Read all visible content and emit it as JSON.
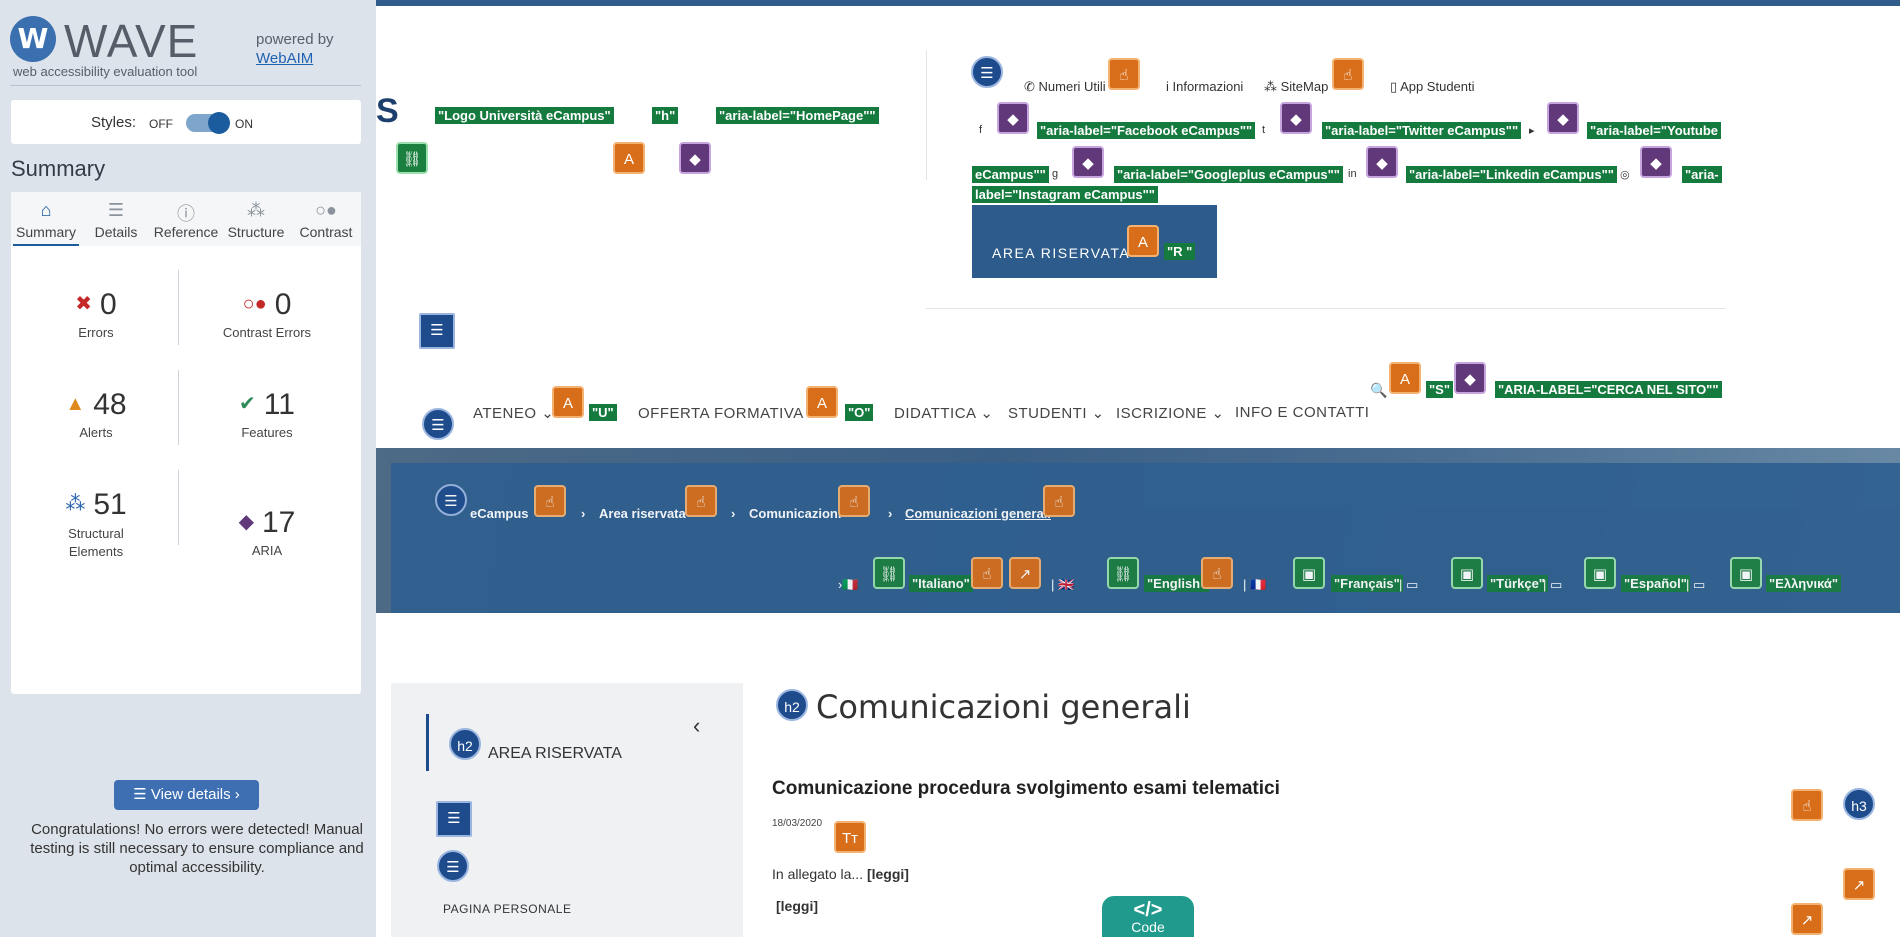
{
  "wave": {
    "title": "WAVE",
    "tagline": "web accessibility evaluation tool",
    "powered_by": "powered by",
    "webaim": "WebAIM",
    "styles_label": "Styles:",
    "styles_off": "OFF",
    "styles_on": "ON",
    "summary_heading": "Summary",
    "tabs": [
      {
        "label": "Summary",
        "icon": "home-icon"
      },
      {
        "label": "Details",
        "icon": "list-icon"
      },
      {
        "label": "Reference",
        "icon": "info-icon"
      },
      {
        "label": "Structure",
        "icon": "tree-icon"
      },
      {
        "label": "Contrast",
        "icon": "contrast-icon"
      }
    ],
    "stats": {
      "errors": {
        "value": "0",
        "label": "Errors"
      },
      "contrast_errors": {
        "value": "0",
        "label": "Contrast Errors"
      },
      "alerts": {
        "value": "48",
        "label": "Alerts"
      },
      "features": {
        "value": "11",
        "label": "Features"
      },
      "structural": {
        "value": "51",
        "label": "Structural Elements"
      },
      "aria": {
        "value": "17",
        "label": "ARIA"
      }
    },
    "view_details": "View details ›",
    "congrats": "Congratulations! No errors were detected! Manual testing is still necessary to ensure compliance and optimal accessibility."
  },
  "page": {
    "logo_letter": "S",
    "tags": {
      "logo": "\"Logo Università eCampus\"",
      "h": "\"h\"",
      "homepage": "\"aria-label=\"HomePage\"\"",
      "facebook": "\"aria-label=\"Facebook eCampus\"\"",
      "twitter": "\"aria-label=\"Twitter eCampus\"\"",
      "youtube_a": "\"aria-label=\"Youtube",
      "youtube_b": "eCampus\"\"",
      "googleplus": "\"aria-label=\"Googleplus eCampus\"\"",
      "linkedin": "\"aria-label=\"Linkedin eCampus\"\"",
      "instagram_a": "\"aria-",
      "instagram_b": "label=\"Instagram eCampus\"\"",
      "r": "\"R \"",
      "u": "\"U\"",
      "o": "\"O\"",
      "s": "\"S\"",
      "cerca": "\"ARIA-LABEL=\"CERCA NEL SITO\"\""
    },
    "topnav": {
      "numeri": "Numeri Utili",
      "informazioni": "Informazioni",
      "sitemap": "SiteMap",
      "app": "App Studenti"
    },
    "area_riservata_btn": "AREA RISERVATA",
    "menu": [
      "ATENEO",
      "OFFERTA FORMATIVA",
      "DIDATTICA",
      "STUDENTI",
      "ISCRIZIONE",
      "INFO E CONTATTI"
    ],
    "breadcrumb": [
      "eCampus",
      "Area riservata",
      "Comunicazioni",
      "Comunicazioni generali"
    ],
    "languages": [
      "\"Italiano\"",
      "\"English\"",
      "\"Français\"",
      "\"Türkçe\"",
      "\"Español\"",
      "\"Ελληνικά\""
    ],
    "sidebar": {
      "heading": "AREA RISERVATA",
      "item": "PAGINA PERSONALE",
      "h2": "h2"
    },
    "main": {
      "h2": "h2",
      "heading": "Comunicazioni generali",
      "h3": "h3",
      "article_title": "Comunicazione procedura svolgimento esami telematici",
      "date": "18/03/2020",
      "excerpt": "In allegato la...",
      "leggi": "[leggi]"
    },
    "code_btn": "Code"
  }
}
